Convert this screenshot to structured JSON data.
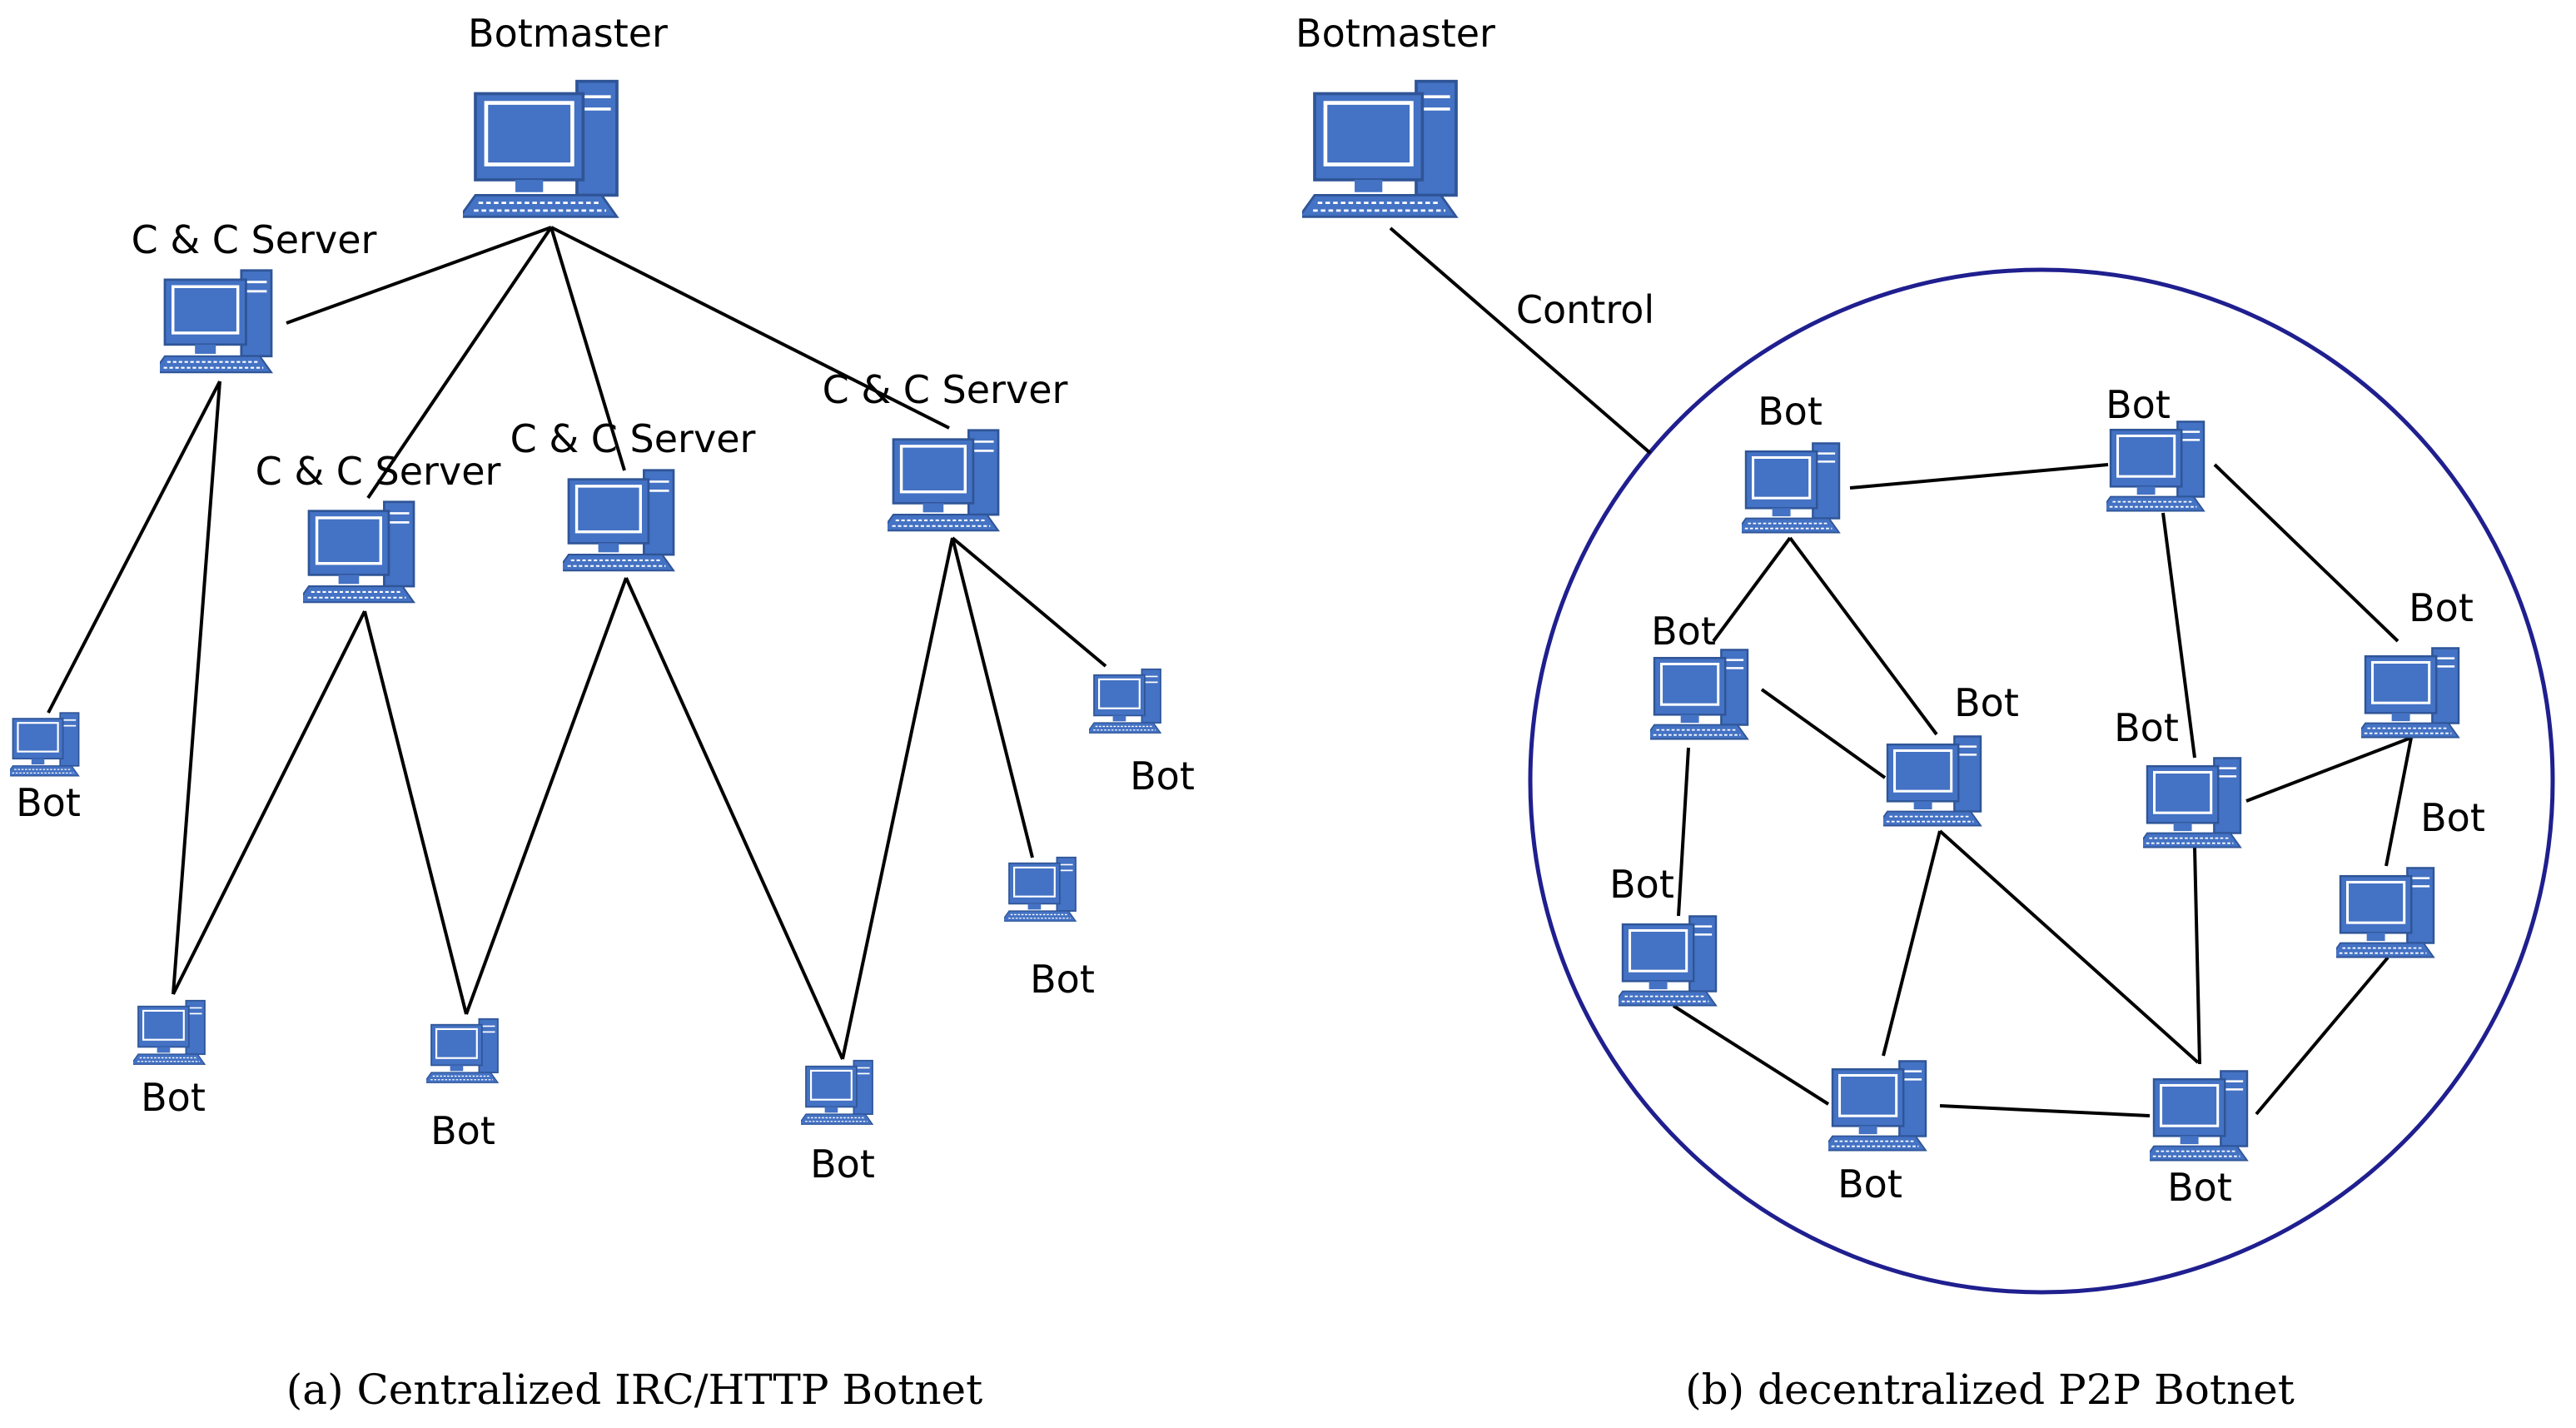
{
  "colors": {
    "computer_body": "#4472C4",
    "computer_edge": "#2F5597",
    "screen": "#FFFFFF",
    "link": "#000000",
    "p2p_circle": "#1F1F8F"
  },
  "icon": "desktop-computer-icon",
  "panel_a": {
    "caption": "(a) Centralized IRC/HTTP Botnet",
    "botmaster_label": "Botmaster",
    "server_label": "C & C Server",
    "bot_label": "Bot"
  },
  "panel_b": {
    "caption": "(b) decentralized P2P Botnet",
    "botmaster_label": "Botmaster",
    "control_label": "Control",
    "bot_label": "Bot"
  }
}
